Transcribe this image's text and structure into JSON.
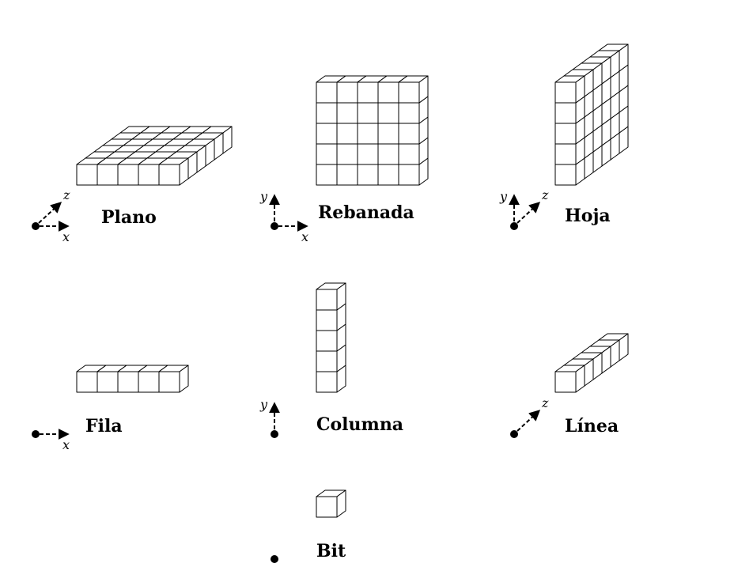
{
  "panels": [
    {
      "id": "plano",
      "label": "Plano",
      "grid": {
        "nx": 5,
        "ny": 1,
        "nz": 6
      },
      "axes": [
        "x",
        "z"
      ]
    },
    {
      "id": "rebanada",
      "label": "Rebanada",
      "grid": {
        "nx": 5,
        "ny": 5,
        "nz": 1
      },
      "axes": [
        "y",
        "x"
      ]
    },
    {
      "id": "hoja",
      "label": "Hoja",
      "grid": {
        "nx": 1,
        "ny": 5,
        "nz": 6
      },
      "axes": [
        "y",
        "z"
      ]
    },
    {
      "id": "fila",
      "label": "Fila",
      "grid": {
        "nx": 5,
        "ny": 1,
        "nz": 1
      },
      "axes": [
        "x"
      ]
    },
    {
      "id": "columna",
      "label": "Columna",
      "grid": {
        "nx": 1,
        "ny": 5,
        "nz": 1
      },
      "axes": [
        "y"
      ]
    },
    {
      "id": "linea",
      "label": "Línea",
      "grid": {
        "nx": 1,
        "ny": 1,
        "nz": 6
      },
      "axes": [
        "z"
      ]
    },
    {
      "id": "bit",
      "label": "Bit",
      "grid": {
        "nx": 1,
        "ny": 1,
        "nz": 1
      },
      "axes": []
    }
  ],
  "colors": {
    "stroke": "#000000",
    "face": "#ffffff"
  }
}
